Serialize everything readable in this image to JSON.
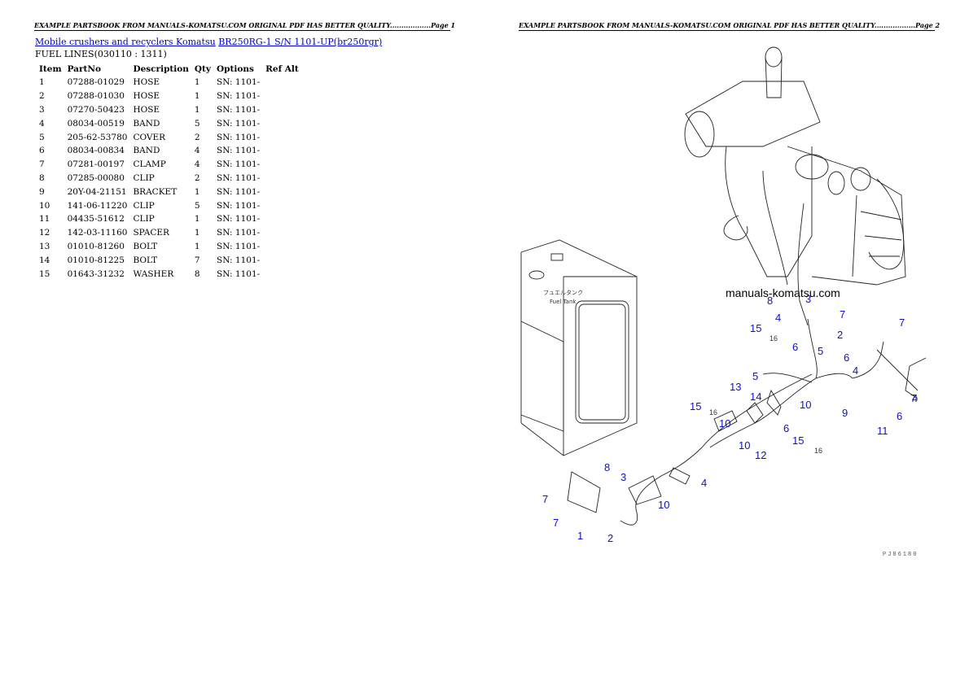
{
  "page_headers": [
    "EXAMPLE PARTSBOOK FROM MANUALS-KOMATSU.COM ORIGINAL PDF HAS BETTER QUALITY..................Page 1",
    "EXAMPLE PARTSBOOK FROM MANUALS-KOMATSU.COM ORIGINAL PDF HAS BETTER QUALITY..................Page 2"
  ],
  "breadcrumb": {
    "category": "Mobile crushers and recyclers Komatsu",
    "model": "BR250RG-1 S/N 1101-UP(br250rgr)"
  },
  "section_title": "FUEL LINES(030110 : 1311)",
  "table": {
    "columns": [
      "Item",
      "PartNo",
      "Description",
      "Qty",
      "Options",
      "Ref Alt"
    ],
    "rows": [
      [
        "1",
        "07288-01029",
        "HOSE",
        "1",
        "SN: 1101-",
        ""
      ],
      [
        "2",
        "07288-01030",
        "HOSE",
        "1",
        "SN: 1101-",
        ""
      ],
      [
        "3",
        "07270-50423",
        "HOSE",
        "1",
        "SN: 1101-",
        ""
      ],
      [
        "4",
        "08034-00519",
        "BAND",
        "5",
        "SN: 1101-",
        ""
      ],
      [
        "5",
        "205-62-53780",
        "COVER",
        "2",
        "SN: 1101-",
        ""
      ],
      [
        "6",
        "08034-00834",
        "BAND",
        "4",
        "SN: 1101-",
        ""
      ],
      [
        "7",
        "07281-00197",
        "CLAMP",
        "4",
        "SN: 1101-",
        ""
      ],
      [
        "8",
        "07285-00080",
        "CLIP",
        "2",
        "SN: 1101-",
        ""
      ],
      [
        "9",
        "20Y-04-21151",
        "BRACKET",
        "1",
        "SN: 1101-",
        ""
      ],
      [
        "10",
        "141-06-11220",
        "CLIP",
        "5",
        "SN: 1101-",
        ""
      ],
      [
        "11",
        "04435-51612",
        "CLIP",
        "1",
        "SN: 1101-",
        ""
      ],
      [
        "12",
        "142-03-11160",
        "SPACER",
        "1",
        "SN: 1101-",
        ""
      ],
      [
        "13",
        "01010-81260",
        "BOLT",
        "1",
        "SN: 1101-",
        ""
      ],
      [
        "14",
        "01010-81225",
        "BOLT",
        "7",
        "SN: 1101-",
        ""
      ],
      [
        "15",
        "01643-31232",
        "WASHER",
        "8",
        "SN: 1101-",
        ""
      ]
    ]
  },
  "diagram": {
    "watermark": "manuals-komatsu.com",
    "tank_label_jp": "フュエルタンク",
    "tank_label": "Fuel Tank",
    "drawing_code": "PJ86180",
    "callouts": [
      "8",
      "3",
      "7",
      "7",
      "4",
      "15",
      "16",
      "2",
      "6",
      "5",
      "6",
      "4",
      "7",
      "13",
      "5",
      "14",
      "10",
      "9",
      "4",
      "6",
      "11",
      "15",
      "16",
      "10",
      "6",
      "15",
      "10",
      "12",
      "16",
      "4",
      "10",
      "8",
      "3",
      "7",
      "7",
      "1",
      "2"
    ],
    "colors": {
      "callout": "#1010c8",
      "link": "#0000cc"
    }
  }
}
